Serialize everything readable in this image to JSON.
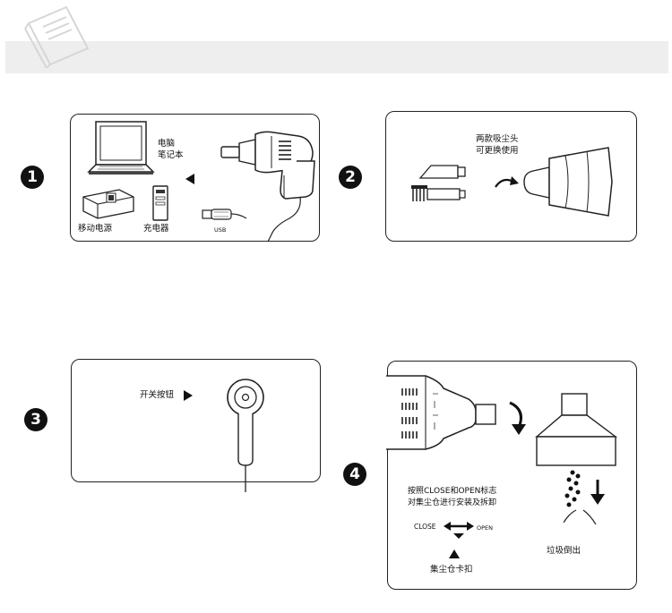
{
  "steps": [
    {
      "number": "1",
      "labels": {
        "laptop": "电脑\n笔记本",
        "power_bank": "移动电源",
        "charger": "充电器",
        "usb": "USB"
      }
    },
    {
      "number": "2",
      "labels": {
        "heads": "两款吸尘头\n可更换使用"
      }
    },
    {
      "number": "3",
      "labels": {
        "switch": "开关按钮"
      }
    },
    {
      "number": "4",
      "labels": {
        "instruction": "按照CLOSE和OPEN标志\n对集尘仓进行安装及拆卸",
        "close": "CLOSE",
        "open": "OPEN",
        "latch": "集尘仓卡扣",
        "dump": "垃圾倒出"
      }
    }
  ]
}
